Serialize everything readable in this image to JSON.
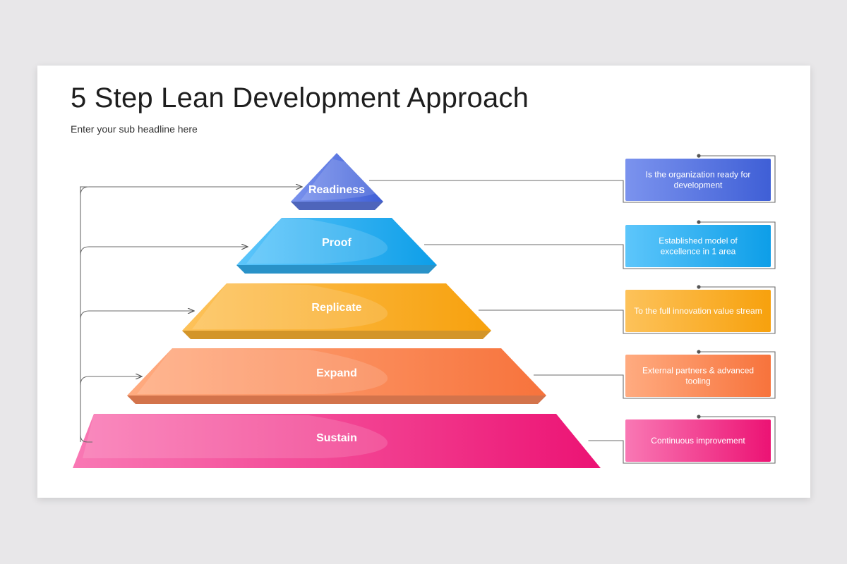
{
  "title": "5 Step Lean Development Approach",
  "subtitle": "Enter your sub headline here",
  "levels": [
    {
      "label": "Readiness",
      "description": [
        "Is the organization ready for",
        "development"
      ],
      "color_light": "#7b93ee",
      "color_dark": "#3f5fd6"
    },
    {
      "label": "Proof",
      "description": [
        "Established model of",
        "excellence in 1 area"
      ],
      "color_light": "#5dc6fb",
      "color_dark": "#0d9ee8"
    },
    {
      "label": "Replicate",
      "description": [
        "To the full innovation value stream"
      ],
      "color_light": "#fdc25a",
      "color_dark": "#f7a10d"
    },
    {
      "label": "Expand",
      "description": [
        "External partners & advanced",
        "tooling"
      ],
      "color_light": "#ffab80",
      "color_dark": "#f7733c"
    },
    {
      "label": "Sustain",
      "description": [
        "Continuous improvement"
      ],
      "color_light": "#f978b4",
      "color_dark": "#ec1374"
    }
  ]
}
